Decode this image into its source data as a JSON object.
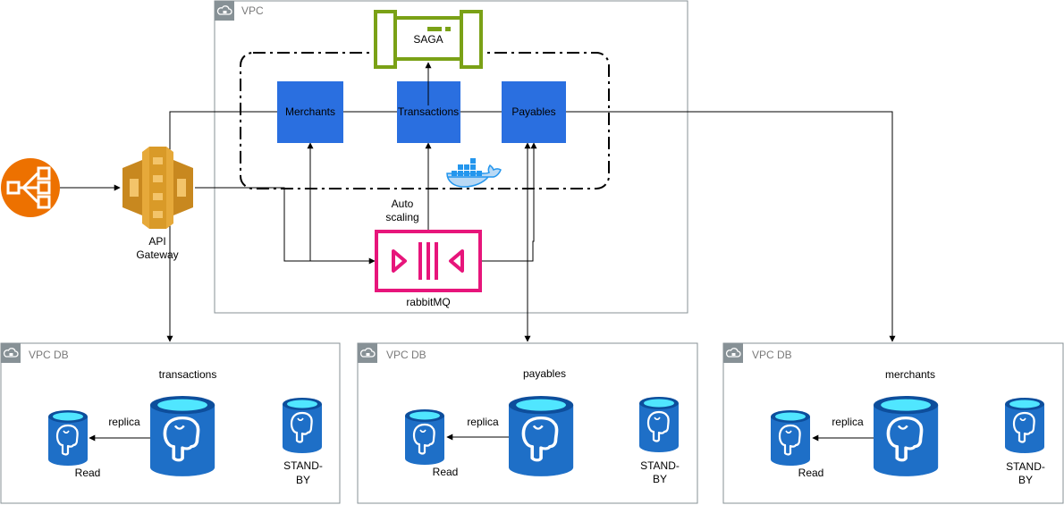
{
  "vpc": {
    "label": "VPC"
  },
  "saga": {
    "label": "SAGA"
  },
  "services": {
    "merchants": "Merchants",
    "transactions": "Transactions",
    "payables": "Payables"
  },
  "gateway": {
    "line1": "API",
    "line2": "Gateway"
  },
  "queue": {
    "label": "rabbitMQ"
  },
  "autoscaling": {
    "line1": "Auto",
    "line2": "scaling"
  },
  "db_groups": [
    {
      "label": "VPC DB",
      "title": "transactions",
      "replica": "replica",
      "read": "Read",
      "standby1": "STAND-",
      "standby2": "BY"
    },
    {
      "label": "VPC DB",
      "title": "payables",
      "replica": "replica",
      "read": "Read",
      "standby1": "STAND-",
      "standby2": "BY"
    },
    {
      "label": "VPC DB",
      "title": "merchants",
      "replica": "replica",
      "read": "Read",
      "standby1": "STAND-",
      "standby2": "BY"
    }
  ],
  "colors": {
    "service": "#2a6fe0",
    "saga": "#7aa116",
    "queue": "#e7157b",
    "load_balancer": "#ed7100",
    "gateway": "#d99a28",
    "postgres": "#1e6fc7",
    "docker": "#2496ed",
    "group_border": "#879196"
  },
  "icons": [
    "cloud-lock-icon",
    "load-balancer-icon",
    "api-gateway-icon",
    "docker-icon",
    "step-function-icon",
    "queue-icon",
    "postgres-database-icon"
  ]
}
